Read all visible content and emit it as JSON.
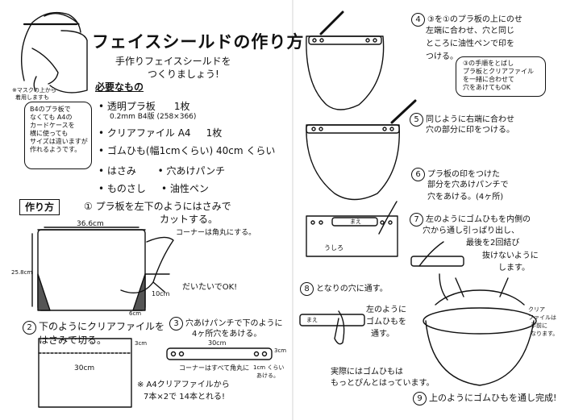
{
  "header": {
    "title": "フェイスシールドの作り方",
    "subtitle_line1": "手作りフェイスシールドを",
    "subtitle_line2": "つくりましょう!"
  },
  "mask_note": {
    "line1": "※マスクの上から",
    "line2": "着用しますも"
  },
  "materials": {
    "heading": "必要なもの",
    "note_lines": [
      "B4のプラ板で",
      "なくても A4の",
      "カードケースを",
      "横に使っても",
      "サイズは違いますが",
      "作れるようです。"
    ],
    "items": [
      {
        "name": "透明プラ板",
        "qty": "1枚"
      },
      {
        "name": "0.2mm B4版",
        "qty": "(258×366)"
      },
      {
        "name": "クリアファイル A4",
        "qty": "1枚"
      },
      {
        "name": "ゴムひも(幅1cmくらい)",
        "qty": "40cm くらい"
      },
      {
        "name": "はさみ",
        "qty": "穴あけパンチ"
      },
      {
        "name": "ものさし",
        "qty": "油性ペン"
      }
    ]
  },
  "howto": {
    "heading": "作り方",
    "step1_line1": "① プラ板を左下のようにはさみで",
    "step1_line2": "カットする。",
    "corner_note": "コーナーは角丸にする。",
    "approx_ok": "だいたいでOK!",
    "dim_width": "36.6cm",
    "dim_height": "25.8cm",
    "dim_10cm": "10cm",
    "dim_6cm": "6cm"
  },
  "step2": {
    "line1": "下のようにクリアファイルを",
    "line2": "はさみで切る。",
    "dim_30cm": "30cm",
    "dim_3cm": "3cm"
  },
  "step3": {
    "line1": "穴あけパンチで下のように",
    "line2": "4ヶ所穴をあける。",
    "dim_30cm": "30cm",
    "corner_note": "コーナーはすべて角丸に",
    "hole_note_line1": "1cm くらい",
    "hole_note_line2": "あける。",
    "dim_3cm": "3cm",
    "a4_note_line1": "※ A4クリアファイルから",
    "a4_note_line2": "7本×2で 14本とれる!"
  },
  "step4": {
    "line1": "③を①のプラ板の上にのせ",
    "line2": "左端に合わせ、穴と同じ",
    "line3": "ところに油性ペンで印を",
    "line4": "つける。",
    "tip_line1": "③の手順をとばし",
    "tip_line2": "プラ板とクリアファイル",
    "tip_line3": "を一緒に合わせて",
    "tip_line4": "穴をあけてもOK"
  },
  "step5": {
    "line1": "同じように右端に合わせ",
    "line2": "穴の部分に印をつける。"
  },
  "step6": {
    "line1": "プラ板の印をつけた",
    "line2": "部分を穴あけパンチで",
    "line3": "穴をあける。(4ヶ所)"
  },
  "step7": {
    "line1": "左のようにゴムひもを内側の",
    "line2": "穴から通し引っぱり出し、",
    "line3": "最後を2回結び",
    "line4": "抜けないように",
    "line5": "します。",
    "label_front": "まえ",
    "label_back": "うしろ"
  },
  "step8": {
    "line1": "となりの穴に通す。",
    "note_line1": "左のように",
    "note_line2": "ゴムひもを",
    "note_line3": "通す。",
    "label_front": "まえ"
  },
  "step9": {
    "line1": "上のようにゴムひもを通し完成!",
    "note_line1": "実際にはゴムひもは",
    "note_line2": "もっとぴんとはっています。",
    "clear_note_line1": "クリア",
    "clear_note_line2": "ファイルは",
    "clear_note_line3": "手前に",
    "clear_note_line4": "なります。"
  }
}
